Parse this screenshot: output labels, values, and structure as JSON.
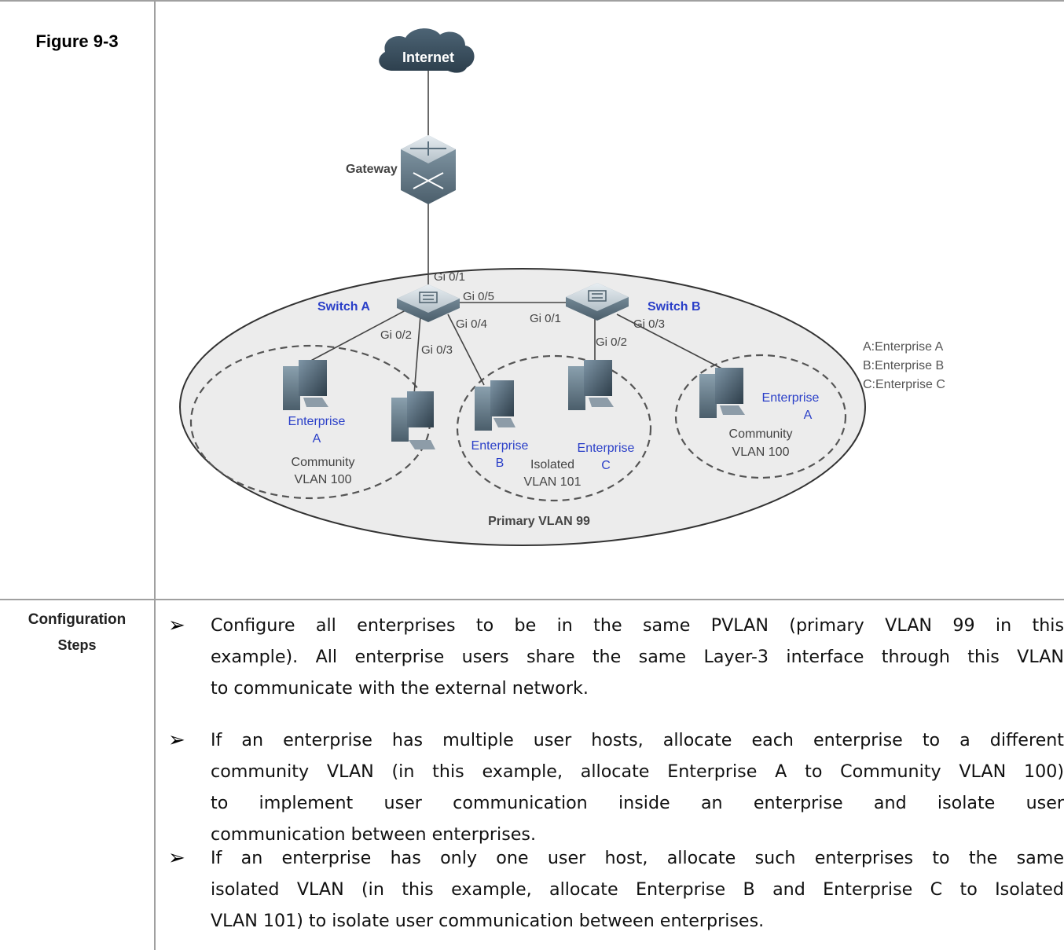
{
  "figure_label": "Figure 9-3",
  "step_label": [
    "Configuration",
    "Steps"
  ],
  "diagram": {
    "internet": "Internet",
    "gateway": "Gateway",
    "switch_a": "Switch A",
    "switch_b": "Switch B",
    "ports": {
      "a_gi01": "Gi 0/1",
      "a_gi05": "Gi 0/5",
      "a_gi04": "Gi 0/4",
      "a_gi02": "Gi 0/2",
      "a_gi03": "Gi 0/3",
      "b_gi01": "Gi 0/1",
      "b_gi02": "Gi 0/2",
      "b_gi03": "Gi 0/3"
    },
    "legend": [
      "A:Enterprise A",
      "B:Enterprise B",
      "C:Enterprise C"
    ],
    "primary_vlan": "Primary VLAN 99",
    "groups": {
      "left_community": [
        "Community",
        "VLAN 100"
      ],
      "isolated": [
        "Isolated",
        "VLAN 101"
      ],
      "right_community": [
        "Community",
        "VLAN 100"
      ]
    },
    "hosts": {
      "left_a": [
        "Enterprise",
        "A"
      ],
      "b": [
        "Enterprise",
        "B"
      ],
      "c": [
        "Enterprise",
        "C"
      ],
      "right_a": [
        "Enterprise",
        "A"
      ]
    }
  },
  "steps": [
    {
      "lines": [
        "Configure all enterprises to be in the same PVLAN (primary VLAN 99 in this",
        "example). All enterprise users share the same Layer-3 interface through this VLAN",
        "to communicate with the external network."
      ]
    },
    {
      "lines": [
        "If an enterprise has multiple user hosts, allocate each enterprise to a different",
        "community VLAN (in this example, allocate Enterprise A to Community VLAN 100)",
        "to implement user communication inside an enterprise and isolate user",
        "communication between enterprises."
      ]
    },
    {
      "lines": [
        "If an enterprise has only one user host, allocate such enterprises to the same",
        "isolated VLAN (in this example, allocate Enterprise B and Enterprise C to Isolated",
        "VLAN 101) to isolate user communication between enterprises."
      ]
    }
  ]
}
